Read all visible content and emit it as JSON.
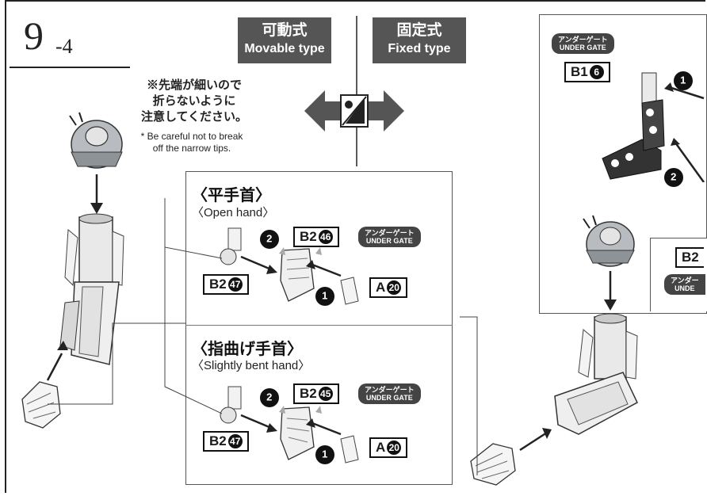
{
  "step": {
    "number": "9",
    "sub": "-4"
  },
  "types": {
    "movable": {
      "jp": "可動式",
      "en": "Movable type"
    },
    "fixed": {
      "jp": "固定式",
      "en": "Fixed type"
    }
  },
  "note": {
    "jp_line1": "※先端が細いので",
    "jp_line2": "折らないように",
    "jp_line3": "注意してください。",
    "en_line1": "* Be careful not to break",
    "en_line2": "off the narrow tips."
  },
  "open_hand": {
    "title_jp": "〈平手首〉",
    "title_en": "〈Open hand〉",
    "part_top": "B2",
    "part_top_num": "46",
    "part_left": "B2",
    "part_left_num": "47",
    "part_right": "A",
    "part_right_num": "20",
    "gate_jp": "アンダーゲート",
    "gate_en": "UNDER GATE",
    "step1": "1",
    "step2": "2"
  },
  "bent_hand": {
    "title_jp": "〈指曲げ手首〉",
    "title_en": "〈Slightly bent hand〉",
    "part_top": "B2",
    "part_top_num": "45",
    "part_left": "B2",
    "part_left_num": "47",
    "part_right": "A",
    "part_right_num": "20",
    "gate_jp": "アンダーゲート",
    "gate_en": "UNDER GATE",
    "step1": "1",
    "step2": "2"
  },
  "inset": {
    "gate_jp": "アンダーゲート",
    "gate_en": "UNDER GATE",
    "part": "B1",
    "part_num": "6",
    "step1": "1",
    "step2": "2",
    "lower_part": "B2",
    "lower_gate_jp": "アンダー",
    "lower_gate_en": "UNDE"
  },
  "colors": {
    "accent_gray": "#555555",
    "dark": "#111111",
    "part_tint": "#e8e8e8"
  }
}
